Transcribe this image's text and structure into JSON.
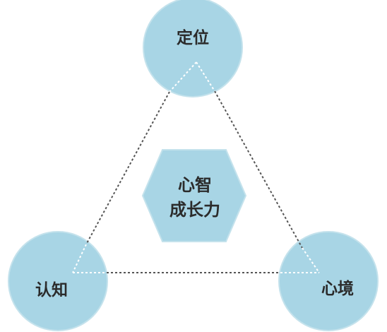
{
  "nodes": {
    "top": {
      "label": "定位"
    },
    "left": {
      "label": "认知"
    },
    "right": {
      "label": "心境"
    }
  },
  "center": {
    "line1": "心智",
    "line2": "成长力"
  },
  "colors": {
    "node_fill": "#a8d5e5",
    "node_stroke": "#c4e2ec",
    "text": "#2b2b2b",
    "dash_outer": "#555555",
    "dash_inner": "#ffffff"
  }
}
